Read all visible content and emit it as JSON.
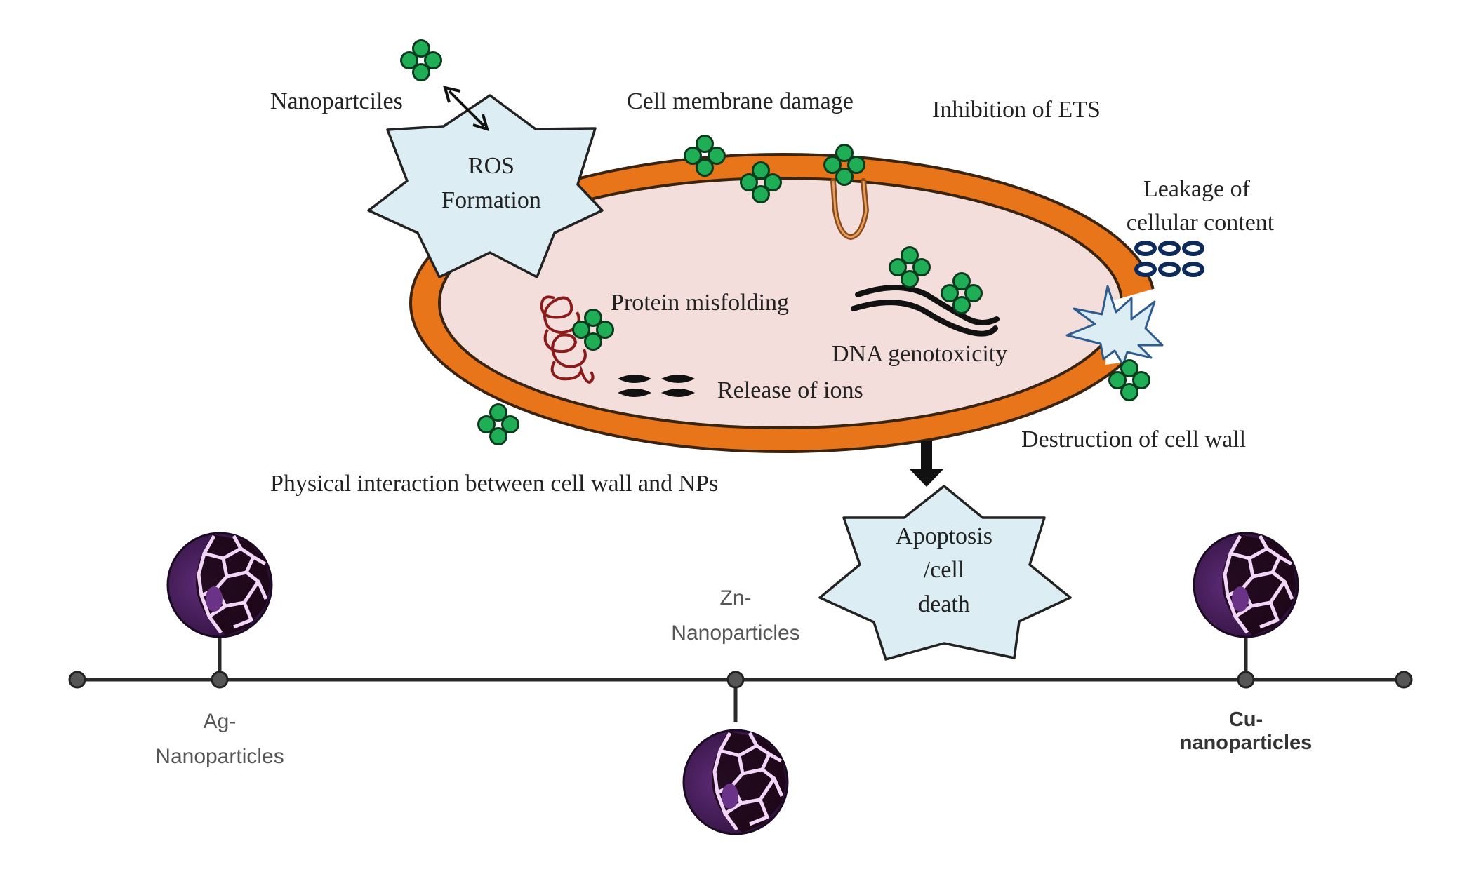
{
  "colors": {
    "membrane": "#E8751A",
    "cytoplasm": "#F3DEDC",
    "star_fill": "#DCEEF3",
    "nanoparticle": "#1FAE55",
    "protein": "#8B1A1A",
    "leak": "#0D2A5C",
    "timeline": "#2A2A2A",
    "np_sphere": "#4A1E5E"
  },
  "diagram": {
    "nanoparticles_label": "Nanopartciles",
    "ros_line1": "ROS",
    "ros_line2": "Formation",
    "cell_membrane_damage": "Cell membrane damage",
    "inhibition_ets": "Inhibition of ETS",
    "leakage_line1": "Leakage of",
    "leakage_line2": "cellular content",
    "protein_misfolding": "Protein misfolding",
    "dna_genotoxicity": "DNA genotoxicity",
    "release_of_ions": "Release of ions",
    "destruction_cell_wall": "Destruction of cell wall",
    "physical_interaction": "Physical interaction between  cell wall and NPs",
    "apoptosis_line1": "Apoptosis",
    "apoptosis_line2": "/cell",
    "apoptosis_line3": "death"
  },
  "timeline": {
    "items": [
      {
        "line1": "Ag-",
        "line2": "Nanoparticles"
      },
      {
        "line1": "Zn-",
        "line2": "Nanoparticles"
      },
      {
        "line1": "Cu-",
        "line2": "nanoparticles"
      }
    ]
  }
}
